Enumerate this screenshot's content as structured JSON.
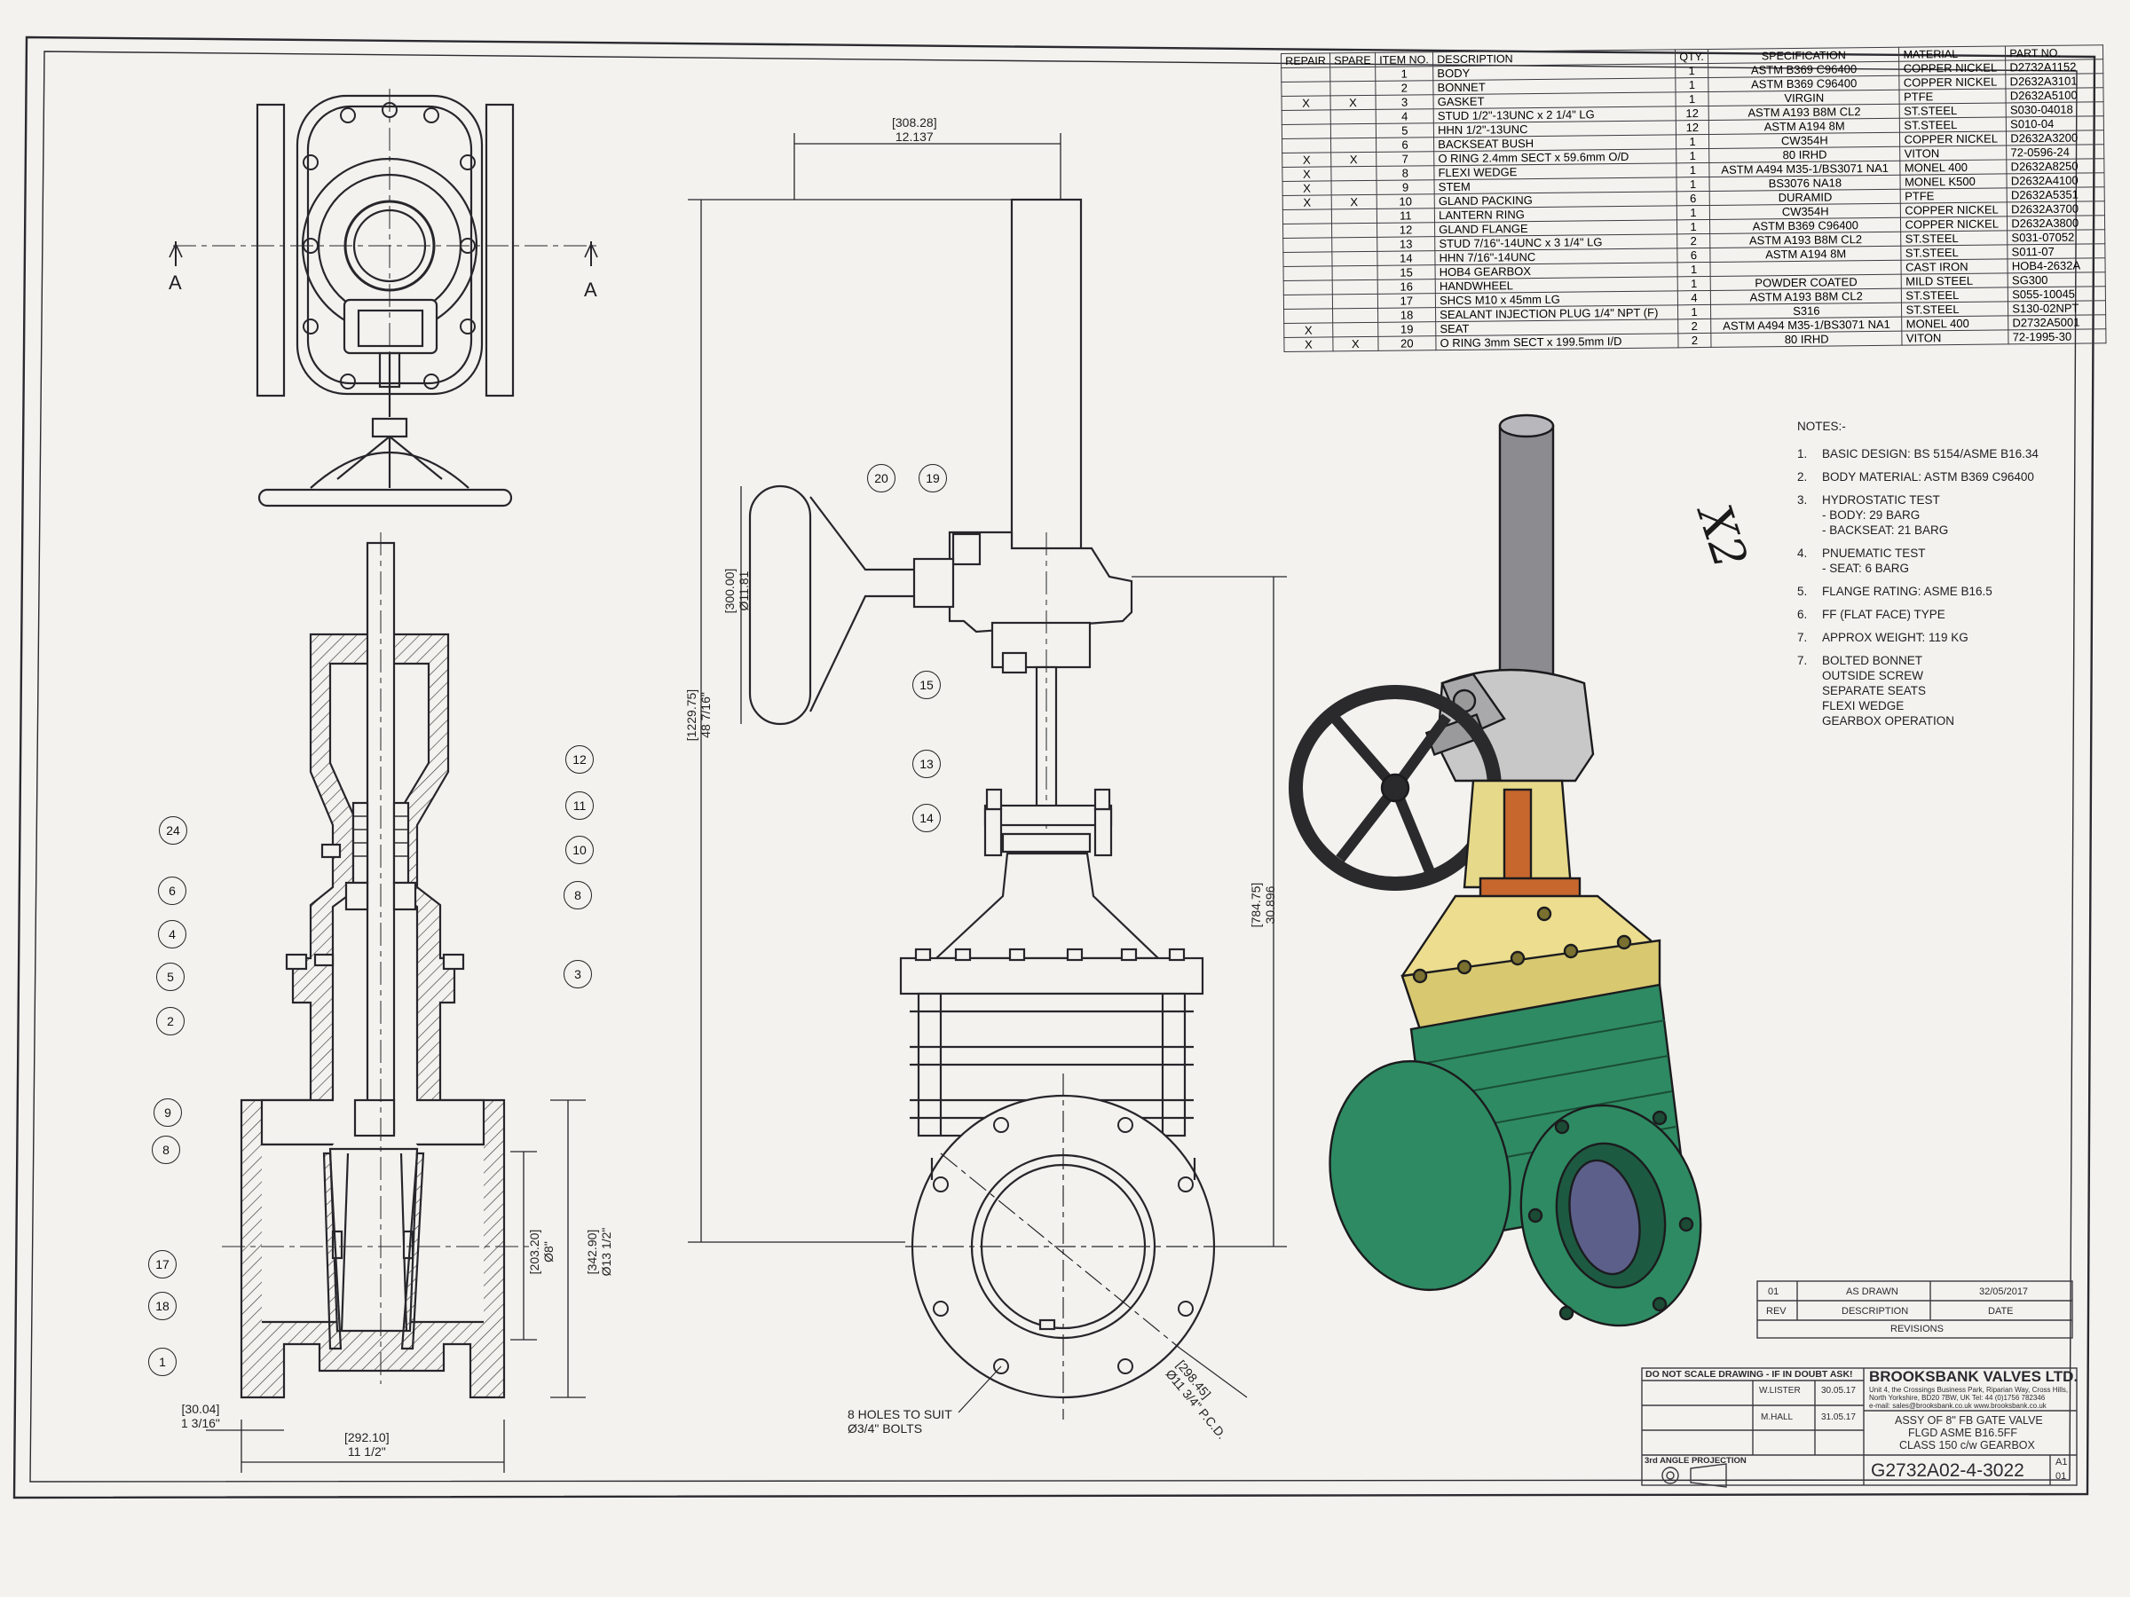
{
  "bom": {
    "headers": [
      "REPAIR",
      "SPARE",
      "ITEM NO.",
      "DESCRIPTION",
      "QTY.",
      "SPECIFICATION",
      "MATERIAL",
      "PART NO."
    ],
    "rows": [
      [
        "",
        "",
        "1",
        "BODY",
        "1",
        "ASTM B369 C96400",
        "COPPER NICKEL",
        "D2732A1152"
      ],
      [
        "",
        "",
        "2",
        "BONNET",
        "1",
        "ASTM B369 C96400",
        "COPPER NICKEL",
        "D2632A3101"
      ],
      [
        "X",
        "X",
        "3",
        "GASKET",
        "1",
        "VIRGIN",
        "PTFE",
        "D2632A5100"
      ],
      [
        "",
        "",
        "4",
        "STUD 1/2\"-13UNC x 2 1/4\" LG",
        "12",
        "ASTM A193 B8M CL2",
        "ST.STEEL",
        "S030-04018"
      ],
      [
        "",
        "",
        "5",
        "HHN 1/2\"-13UNC",
        "12",
        "ASTM A194 8M",
        "ST.STEEL",
        "S010-04"
      ],
      [
        "",
        "",
        "6",
        "BACKSEAT BUSH",
        "1",
        "CW354H",
        "COPPER NICKEL",
        "D2632A3200"
      ],
      [
        "X",
        "X",
        "7",
        "O RING 2.4mm SECT x 59.6mm O/D",
        "1",
        "80 IRHD",
        "VITON",
        "72-0596-24"
      ],
      [
        "X",
        "",
        "8",
        "FLEXI WEDGE",
        "1",
        "ASTM A494 M35-1/BS3071 NA1",
        "MONEL 400",
        "D2632A8250"
      ],
      [
        "X",
        "",
        "9",
        "STEM",
        "1",
        "BS3076 NA18",
        "MONEL K500",
        "D2632A4100"
      ],
      [
        "X",
        "X",
        "10",
        "GLAND PACKING",
        "6",
        "DURAMID",
        "PTFE",
        "D2632A5351"
      ],
      [
        "",
        "",
        "11",
        "LANTERN RING",
        "1",
        "CW354H",
        "COPPER NICKEL",
        "D2632A3700"
      ],
      [
        "",
        "",
        "12",
        "GLAND FLANGE",
        "1",
        "ASTM B369 C96400",
        "COPPER NICKEL",
        "D2632A3800"
      ],
      [
        "",
        "",
        "13",
        "STUD 7/16\"-14UNC x 3 1/4\" LG",
        "2",
        "ASTM A193 B8M CL2",
        "ST.STEEL",
        "S031-07052"
      ],
      [
        "",
        "",
        "14",
        "HHN 7/16\"-14UNC",
        "6",
        "ASTM A194 8M",
        "ST.STEEL",
        "S011-07"
      ],
      [
        "",
        "",
        "15",
        "HOB4 GEARBOX",
        "1",
        "",
        "CAST IRON",
        "HOB4-2632A"
      ],
      [
        "",
        "",
        "16",
        "HANDWHEEL",
        "1",
        "POWDER COATED",
        "MILD STEEL",
        "SG300"
      ],
      [
        "",
        "",
        "17",
        "SHCS M10 x 45mm LG",
        "4",
        "ASTM A193 B8M CL2",
        "ST.STEEL",
        "S055-10045"
      ],
      [
        "",
        "",
        "18",
        "SEALANT INJECTION PLUG 1/4\" NPT (F)",
        "1",
        "S316",
        "ST.STEEL",
        "S130-02NPT"
      ],
      [
        "X",
        "",
        "19",
        "SEAT",
        "2",
        "ASTM A494 M35-1/BS3071 NA1",
        "MONEL 400",
        "D2732A5001"
      ],
      [
        "X",
        "X",
        "20",
        "O RING 3mm SECT x 199.5mm I/D",
        "2",
        "80 IRHD",
        "VITON",
        "72-1995-30"
      ]
    ]
  },
  "notes": {
    "heading": "NOTES:-",
    "items": [
      {
        "n": "1.",
        "text": "BASIC DESIGN: BS 5154/ASME B16.34"
      },
      {
        "n": "2.",
        "text": "BODY MATERIAL: ASTM B369 C96400"
      },
      {
        "n": "3.",
        "text": "HYDROSTATIC TEST",
        "sub": [
          "- BODY: 29 BARG",
          "- BACKSEAT: 21 BARG"
        ]
      },
      {
        "n": "4.",
        "text": "PNUEMATIC TEST",
        "sub": [
          "- SEAT: 6 BARG"
        ]
      },
      {
        "n": "5.",
        "text": "FLANGE RATING: ASME B16.5"
      },
      {
        "n": "6.",
        "text": "FF (FLAT FACE) TYPE"
      },
      {
        "n": "7.",
        "text": "APPROX WEIGHT: 119 KG"
      },
      {
        "n": "7.",
        "text": "BOLTED BONNET",
        "sub": [
          "OUTSIDE SCREW",
          "SEPARATE SEATS",
          "FLEXI WEDGE",
          "GEARBOX OPERATION"
        ]
      }
    ]
  },
  "handwritten_note": "X2",
  "section_label": "A",
  "balloons_section": [
    "24",
    "6",
    "4",
    "5",
    "2",
    "9",
    "8",
    "17",
    "18",
    "1",
    "12",
    "11",
    "10",
    "8",
    "3"
  ],
  "balloons_side": [
    "20",
    "19",
    "15",
    "13",
    "14"
  ],
  "dimensions": {
    "stem_width": {
      "mm": "[308.28]",
      "in": "12.137"
    },
    "overall_height": {
      "mm": "[1229.75]",
      "in": "48 7/16\""
    },
    "handwheel_dia": {
      "mm": "[300.00]",
      "in": "Ø11.81"
    },
    "height_to_bore": {
      "mm": "[784.75]",
      "in": "30.896"
    },
    "bore": {
      "mm": "[203.20]",
      "in": "Ø8\""
    },
    "flange_od": {
      "mm": "[342.90]",
      "in": "Ø13 1/2\""
    },
    "face_to_face": {
      "mm": "[292.10]",
      "in": "11 1/2\""
    },
    "flange_thk": {
      "mm": "[30.04]",
      "in": "1 3/16\""
    },
    "pcd": {
      "mm": "[298.45]",
      "in": "Ø11 3/4\" P.C.D."
    },
    "bolt_holes": {
      "line1": "8 HOLES TO SUIT",
      "line2": "Ø3/4\" BOLTS"
    }
  },
  "title_block": {
    "company": "BROOKSBANK VALVES LTD.",
    "address1": "Unit 4, the Crossings Business Park, Riparian Way, Cross Hills,",
    "address2": "North Yorkshire, BD20 7BW, UK  Tel: 44 (0)1756 782346",
    "address3": "e-mail: sales@brooksbank.co.uk  www.brooksbank.co.uk",
    "do_not_scale": "DO NOT SCALE DRAWING - IF IN DOUBT ASK!",
    "drawn_by": "W.LISTER",
    "drawn_date": "30.05.17",
    "checked_by": "M.HALL",
    "checked_date": "31.05.17",
    "title1": "ASSY OF 8\" FB GATE VALVE",
    "title2": "FLGD ASME B16.5FF",
    "title3": "CLASS 150 c/w GEARBOX",
    "drawing_no": "G2732A02-4-3022",
    "revision": "A1",
    "sheet": "01",
    "projection": "3rd ANGLE PROJECTION",
    "rev_headers": [
      "REV",
      "DESCRIPTION",
      "DATE"
    ],
    "rev_caption": "REVISIONS",
    "rev_row": [
      "01",
      "AS DRAWN",
      "32/05/2017"
    ]
  },
  "colors": {
    "paper": "#f3f2ee",
    "line": "#26262b",
    "body_green": "#2e8a62",
    "bonnet_yellow": "#ecdd8f",
    "gland_copper": "#c7672e",
    "stem_grey": "#8b8b90",
    "gearbox_grey": "#bfbfbf",
    "handwheel": "#2a2a2d"
  }
}
